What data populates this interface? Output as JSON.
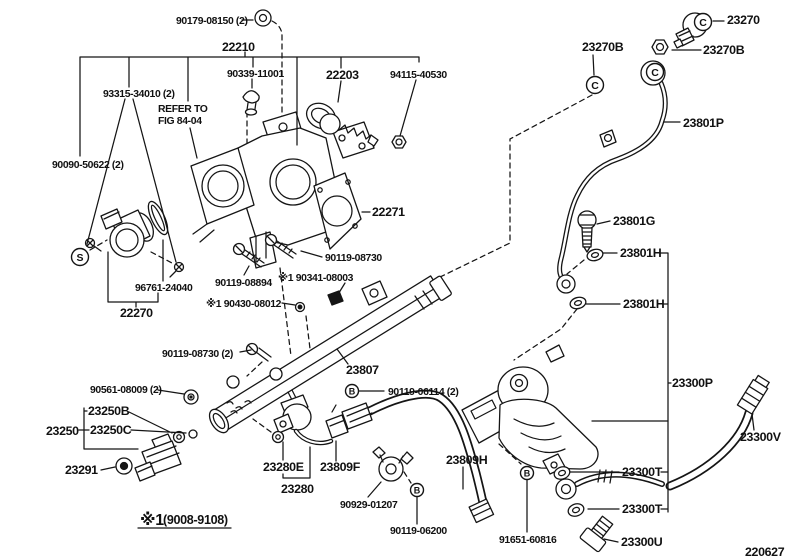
{
  "figure": {
    "code": "220627",
    "note_symbol": "※1",
    "note_range": "(9008-9108)",
    "ink_color": "#151515",
    "bg_color": "#ffffff"
  },
  "labels": [
    {
      "id": "90179-08150",
      "text": "90179-08150 (2)"
    },
    {
      "id": "22210",
      "text": "22210"
    },
    {
      "id": "90339-11001",
      "text": "90339-11001"
    },
    {
      "id": "22203",
      "text": "22203"
    },
    {
      "id": "94115-40530",
      "text": "94115-40530"
    },
    {
      "id": "93315-34010",
      "text": "93315-34010 (2)"
    },
    {
      "id": "refer-line1",
      "text": "REFER TO"
    },
    {
      "id": "refer-line2",
      "text": "FIG 84-04"
    },
    {
      "id": "90090-50622",
      "text": "90090-50622 (2)"
    },
    {
      "id": "23270B-left",
      "text": "23270B"
    },
    {
      "id": "23270",
      "text": "23270"
    },
    {
      "id": "23270B-right",
      "text": "23270B"
    },
    {
      "id": "23801P",
      "text": "23801P"
    },
    {
      "id": "22271",
      "text": "22271"
    },
    {
      "id": "90119-08730",
      "text": "90119-08730"
    },
    {
      "id": "90119-08894",
      "text": "90119-08894"
    },
    {
      "id": "90341-08003",
      "text": "※1 90341-08003"
    },
    {
      "id": "96761-24040",
      "text": "96761-24040"
    },
    {
      "id": "22270",
      "text": "22270"
    },
    {
      "id": "90430-08012",
      "text": "※1 90430-08012"
    },
    {
      "id": "23801G",
      "text": "23801G"
    },
    {
      "id": "23801H-1",
      "text": "23801H"
    },
    {
      "id": "23801H-2",
      "text": "23801H"
    },
    {
      "id": "90119-08730-2",
      "text": "90119-08730 (2)"
    },
    {
      "id": "23807",
      "text": "23807"
    },
    {
      "id": "90561-08009",
      "text": "90561-08009 (2)"
    },
    {
      "id": "90119-06114",
      "text": "90119-06114 (2)"
    },
    {
      "id": "23300P",
      "text": "23300P"
    },
    {
      "id": "23250B",
      "text": "23250B"
    },
    {
      "id": "23250C",
      "text": "23250C"
    },
    {
      "id": "23250",
      "text": "23250"
    },
    {
      "id": "23300V",
      "text": "23300V"
    },
    {
      "id": "23280E",
      "text": "23280E"
    },
    {
      "id": "23809F",
      "text": "23809F"
    },
    {
      "id": "23809H",
      "text": "23809H"
    },
    {
      "id": "23291",
      "text": "23291"
    },
    {
      "id": "23300T-1",
      "text": "23300T"
    },
    {
      "id": "23280",
      "text": "23280"
    },
    {
      "id": "90929-01207",
      "text": "90929-01207"
    },
    {
      "id": "23300T-2",
      "text": "23300T"
    },
    {
      "id": "90119-06200",
      "text": "90119-06200"
    },
    {
      "id": "91651-60816",
      "text": "91651-60816"
    },
    {
      "id": "23300U",
      "text": "23300U"
    },
    {
      "id": "220627",
      "text": "220627"
    }
  ],
  "markers": [
    {
      "letter": "S"
    },
    {
      "letter": "C"
    },
    {
      "letter": "C"
    },
    {
      "letter": "C"
    },
    {
      "letter": "B"
    },
    {
      "letter": "B"
    },
    {
      "letter": "B"
    }
  ]
}
